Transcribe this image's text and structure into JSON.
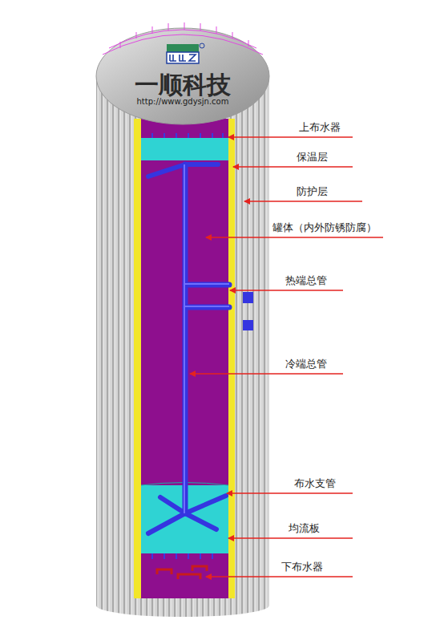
{
  "diagram": {
    "labels": [
      "一顺科技",
      "http://www.gdysjn.com",
      "上布水器",
      "保温层",
      "防护层",
      "罐体（内外防锈防腐）",
      "热端总管",
      "冷端总管",
      "布水支管",
      "均流板",
      "下布水器"
    ]
  }
}
